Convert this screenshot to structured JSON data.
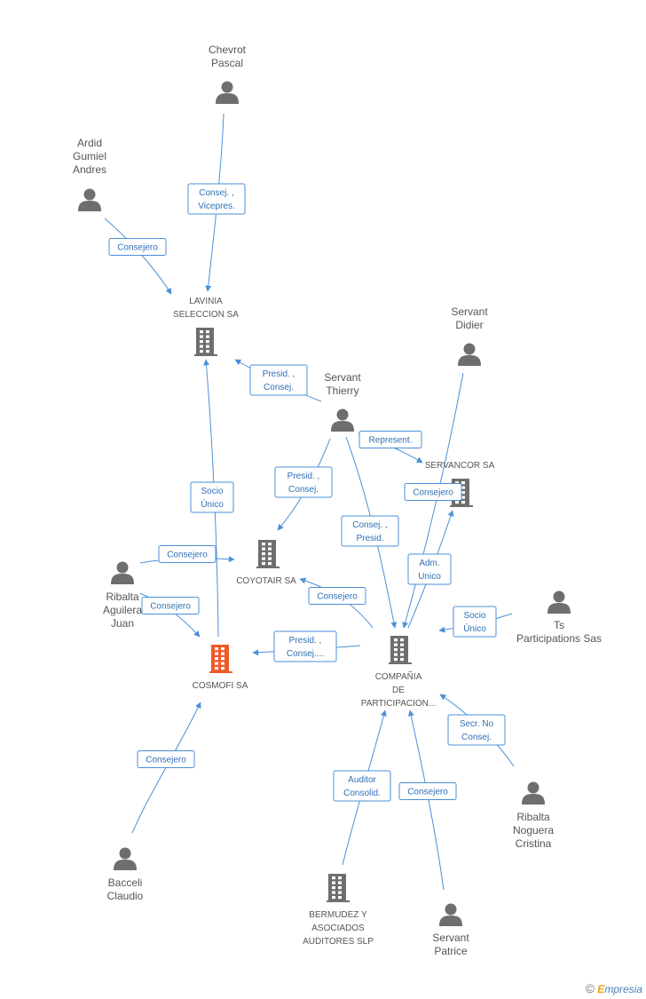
{
  "colors": {
    "edge": "#4a90d9",
    "edge_text": "#2f6fb5",
    "node_gray": "#6e6e6e",
    "node_highlight": "#f05a28",
    "label_text": "#555555"
  },
  "persons": [
    {
      "id": "chevrot",
      "lines": [
        "Chevrot",
        "Pascal"
      ]
    },
    {
      "id": "ardid",
      "lines": [
        "Ardid",
        "Gumiel",
        "Andres"
      ]
    },
    {
      "id": "servant_didier",
      "lines": [
        "Servant",
        "Didier"
      ]
    },
    {
      "id": "servant_thierry",
      "lines": [
        "Servant",
        "Thierry"
      ]
    },
    {
      "id": "ribalta_juan",
      "lines": [
        "Ribalta",
        "Aguilera",
        "Juan"
      ]
    },
    {
      "id": "ts_participations",
      "lines": [
        "Ts",
        "Participations Sas"
      ]
    },
    {
      "id": "ribalta_cristina",
      "lines": [
        "Ribalta",
        "Noguera",
        "Cristina"
      ]
    },
    {
      "id": "bacceli",
      "lines": [
        "Bacceli",
        "Claudio"
      ]
    },
    {
      "id": "servant_patrice",
      "lines": [
        "Servant",
        "Patrice"
      ]
    }
  ],
  "companies": [
    {
      "id": "lavinia",
      "lines": [
        "LAVINIA",
        "SELECCION SA"
      ],
      "highlight": false
    },
    {
      "id": "servancor",
      "lines": [
        "SERVANCOR SA"
      ],
      "highlight": false
    },
    {
      "id": "coyotair",
      "lines": [
        "COYOTAIR SA"
      ],
      "highlight": false
    },
    {
      "id": "cosmofi",
      "lines": [
        "COSMOFI SA"
      ],
      "highlight": true
    },
    {
      "id": "compania",
      "lines": [
        "COMPAÑIA",
        "DE",
        "PARTICIPACION..."
      ],
      "highlight": false
    },
    {
      "id": "bermudez",
      "lines": [
        "BERMUDEZ Y",
        "ASOCIADOS",
        "AUDITORES SLP"
      ],
      "highlight": false
    }
  ],
  "edges": [
    {
      "id": "chevrot_lavinia",
      "lines": [
        "Consej. ,",
        "Vicepres."
      ]
    },
    {
      "id": "ardid_lavinia",
      "lines": [
        "Consejero"
      ]
    },
    {
      "id": "thierry_lavinia",
      "lines": [
        "Presid. ,",
        "Consej."
      ]
    },
    {
      "id": "thierry_servancor",
      "lines": [
        "Represent."
      ]
    },
    {
      "id": "didier_compania",
      "lines": [
        "Consejero"
      ]
    },
    {
      "id": "thierry_coyotair",
      "lines": [
        "Presid. ,",
        "Consej."
      ]
    },
    {
      "id": "thierry_compania",
      "lines": [
        "Consej. ,",
        "Presid."
      ]
    },
    {
      "id": "cosmofi_lavinia",
      "lines": [
        "Socio",
        "Único"
      ]
    },
    {
      "id": "juan_coyotair",
      "lines": [
        "Consejero"
      ]
    },
    {
      "id": "juan_cosmofi",
      "lines": [
        "Consejero"
      ]
    },
    {
      "id": "compania_coyotair",
      "lines": [
        "Consejero"
      ]
    },
    {
      "id": "compania_servancor",
      "lines": [
        "Adm.",
        "Unico"
      ]
    },
    {
      "id": "ts_compania",
      "lines": [
        "Socio",
        "Único"
      ]
    },
    {
      "id": "compania_cosmofi",
      "lines": [
        "Presid. ,",
        "Consej...."
      ]
    },
    {
      "id": "cristina_compania",
      "lines": [
        "Secr.  No",
        "Consej."
      ]
    },
    {
      "id": "bermudez_compania",
      "lines": [
        "Auditor",
        "Consolid."
      ]
    },
    {
      "id": "patrice_compania",
      "lines": [
        "Consejero"
      ]
    },
    {
      "id": "bacceli_cosmofi",
      "lines": [
        "Consejero"
      ]
    }
  ],
  "watermark": {
    "copyright": "©",
    "brand_first": "E",
    "brand_rest": "mpresia"
  }
}
